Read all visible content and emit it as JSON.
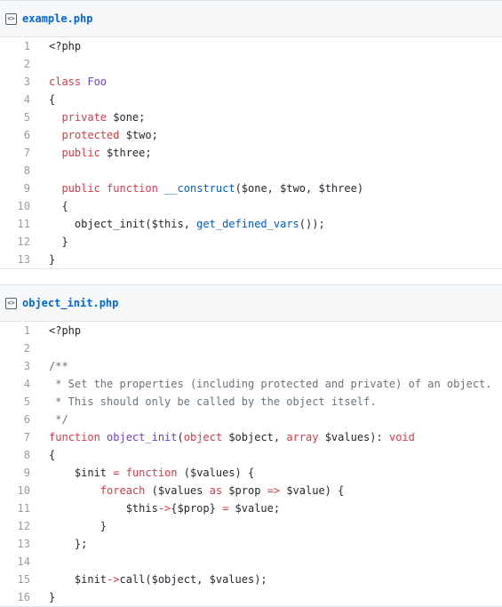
{
  "files": [
    {
      "name": "example.php",
      "lines": [
        [
          {
            "t": "<?php",
            "c": ""
          }
        ],
        [],
        [
          {
            "t": "class",
            "c": "k"
          },
          {
            "t": " ",
            "c": ""
          },
          {
            "t": "Foo",
            "c": "f"
          }
        ],
        [
          {
            "t": "{",
            "c": ""
          }
        ],
        [
          {
            "t": "  ",
            "c": ""
          },
          {
            "t": "private",
            "c": "k"
          },
          {
            "t": " $one;",
            "c": ""
          }
        ],
        [
          {
            "t": "  ",
            "c": ""
          },
          {
            "t": "protected",
            "c": "k"
          },
          {
            "t": " $two;",
            "c": ""
          }
        ],
        [
          {
            "t": "  ",
            "c": ""
          },
          {
            "t": "public",
            "c": "k"
          },
          {
            "t": " $three;",
            "c": ""
          }
        ],
        [],
        [
          {
            "t": "  ",
            "c": ""
          },
          {
            "t": "public",
            "c": "k"
          },
          {
            "t": " ",
            "c": ""
          },
          {
            "t": "function",
            "c": "k"
          },
          {
            "t": " ",
            "c": ""
          },
          {
            "t": "__construct",
            "c": "b"
          },
          {
            "t": "($one, $two, $three)",
            "c": ""
          }
        ],
        [
          {
            "t": "  {",
            "c": ""
          }
        ],
        [
          {
            "t": "    object_init($this, ",
            "c": ""
          },
          {
            "t": "get_defined_vars",
            "c": "b"
          },
          {
            "t": "());",
            "c": ""
          }
        ],
        [
          {
            "t": "  }",
            "c": ""
          }
        ],
        [
          {
            "t": "}",
            "c": ""
          }
        ]
      ]
    },
    {
      "name": "object_init.php",
      "lines": [
        [
          {
            "t": "<?php",
            "c": ""
          }
        ],
        [],
        [
          {
            "t": "/**",
            "c": "c"
          }
        ],
        [
          {
            "t": " * Set the properties (including protected and private) of an object.",
            "c": "c"
          }
        ],
        [
          {
            "t": " * This should only be called by the object itself.",
            "c": "c"
          }
        ],
        [
          {
            "t": " */",
            "c": "c"
          }
        ],
        [
          {
            "t": "function",
            "c": "k"
          },
          {
            "t": " ",
            "c": ""
          },
          {
            "t": "object_init",
            "c": "f"
          },
          {
            "t": "(",
            "c": ""
          },
          {
            "t": "object",
            "c": "k"
          },
          {
            "t": " $object, ",
            "c": ""
          },
          {
            "t": "array",
            "c": "k"
          },
          {
            "t": " $values): ",
            "c": ""
          },
          {
            "t": "void",
            "c": "k"
          }
        ],
        [
          {
            "t": "{",
            "c": ""
          }
        ],
        [
          {
            "t": "    $init ",
            "c": ""
          },
          {
            "t": "=",
            "c": "k"
          },
          {
            "t": " ",
            "c": ""
          },
          {
            "t": "function",
            "c": "k"
          },
          {
            "t": " ($values) {",
            "c": ""
          }
        ],
        [
          {
            "t": "        ",
            "c": ""
          },
          {
            "t": "foreach",
            "c": "k"
          },
          {
            "t": " ($values ",
            "c": ""
          },
          {
            "t": "as",
            "c": "k"
          },
          {
            "t": " $prop ",
            "c": ""
          },
          {
            "t": "=>",
            "c": "k"
          },
          {
            "t": " $value) {",
            "c": ""
          }
        ],
        [
          {
            "t": "            $this",
            "c": ""
          },
          {
            "t": "->",
            "c": "k"
          },
          {
            "t": "{$prop} ",
            "c": ""
          },
          {
            "t": "=",
            "c": "k"
          },
          {
            "t": " $value;",
            "c": ""
          }
        ],
        [
          {
            "t": "        }",
            "c": ""
          }
        ],
        [
          {
            "t": "    };",
            "c": ""
          }
        ],
        [],
        [
          {
            "t": "    $init",
            "c": ""
          },
          {
            "t": "->",
            "c": "k"
          },
          {
            "t": "call($object, $values);",
            "c": ""
          }
        ],
        [
          {
            "t": "}",
            "c": ""
          }
        ]
      ]
    }
  ],
  "icon": {
    "name": "file-code-icon",
    "glyph": "<>"
  }
}
